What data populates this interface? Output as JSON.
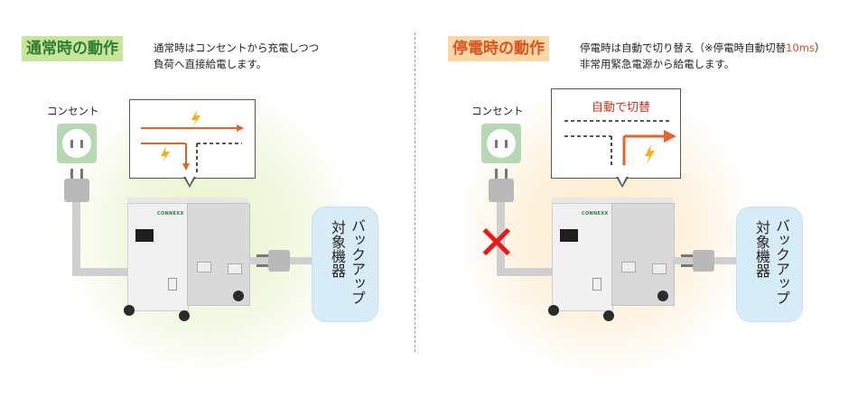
{
  "left": {
    "title": "通常時の動作",
    "title_bg": "#c7e59b",
    "title_color": "#2e7d32",
    "desc_line1": "通常時はコンセントから充電しつつ",
    "desc_line2": "負荷へ直接給電します。",
    "outlet_label": "コンセント",
    "ups_brand": "CONNEXX",
    "target_line1": "バックアップ",
    "target_line2": "対象機器",
    "icons": [
      "lightning-icon",
      "lightning-icon",
      "arrow-right-icon",
      "arrow-down-icon"
    ]
  },
  "right": {
    "title": "停電時の動作",
    "title_bg": "#fbd7a8",
    "title_color": "#d9531e",
    "desc_line1": "停電時は自動で切り替え（※停電時自動切替",
    "desc_line1_red": "10ms",
    "desc_line1_end": "）",
    "desc_line2": "非常用緊急電源から給電します。",
    "outlet_label": "コンセント",
    "switch_label": "自動で切替",
    "ups_brand": "CONNEXX",
    "target_line1": "バックアップ",
    "target_line2": "対象機器",
    "failure_mark": "✕",
    "icons": [
      "lightning-icon",
      "arrow-right-icon",
      "x-mark-icon"
    ]
  },
  "colors": {
    "flow_arrow": "#e9622c",
    "red_text": "#d94a2b",
    "cross": "#e31b1b",
    "target_bg": "#d8ecf8",
    "outlet_bg": "#b6d9b4"
  }
}
